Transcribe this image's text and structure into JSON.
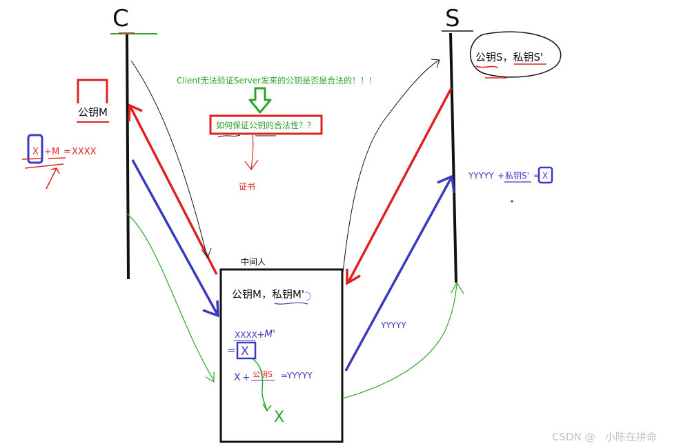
{
  "client": {
    "label": "C",
    "public_key_label": "公钥M",
    "formula": {
      "x": "X",
      "plus": "+",
      "m": "M",
      "equals": "=",
      "result": "XXXX"
    }
  },
  "server": {
    "label": "S",
    "keys_label": "公钥S，私钥S'",
    "formula": {
      "lhs": "YYYYY",
      "plus": "+",
      "key": "私钥S'",
      "equals": "=",
      "result": "X"
    }
  },
  "warning": {
    "text": "Client无法验证Server发来的公钥是否是合法的！！！",
    "question": "如何保证公钥的合法性？？",
    "answer": "证书"
  },
  "mitm": {
    "title": "中间人",
    "keys_label": "公钥M，私钥M'",
    "decrypt_lhs": "XXXX",
    "decrypt_plus": "+",
    "decrypt_key": "M'",
    "decrypt_equals": "=",
    "decrypt_result": "X",
    "encrypt_x": "X",
    "encrypt_plus": "+",
    "encrypt_key": "公钥S",
    "encrypt_equals": "=",
    "encrypt_result": "YYYYY",
    "final_x": "X"
  },
  "arrows": {
    "to_server_label": "YYYYY"
  },
  "watermark": "CSDN @   小陈在拼命",
  "colors": {
    "black": "#111111",
    "red": "#e02020",
    "blue": "#3838c0",
    "green": "#2aa52a",
    "pen_blue": "#3b3bd0"
  }
}
